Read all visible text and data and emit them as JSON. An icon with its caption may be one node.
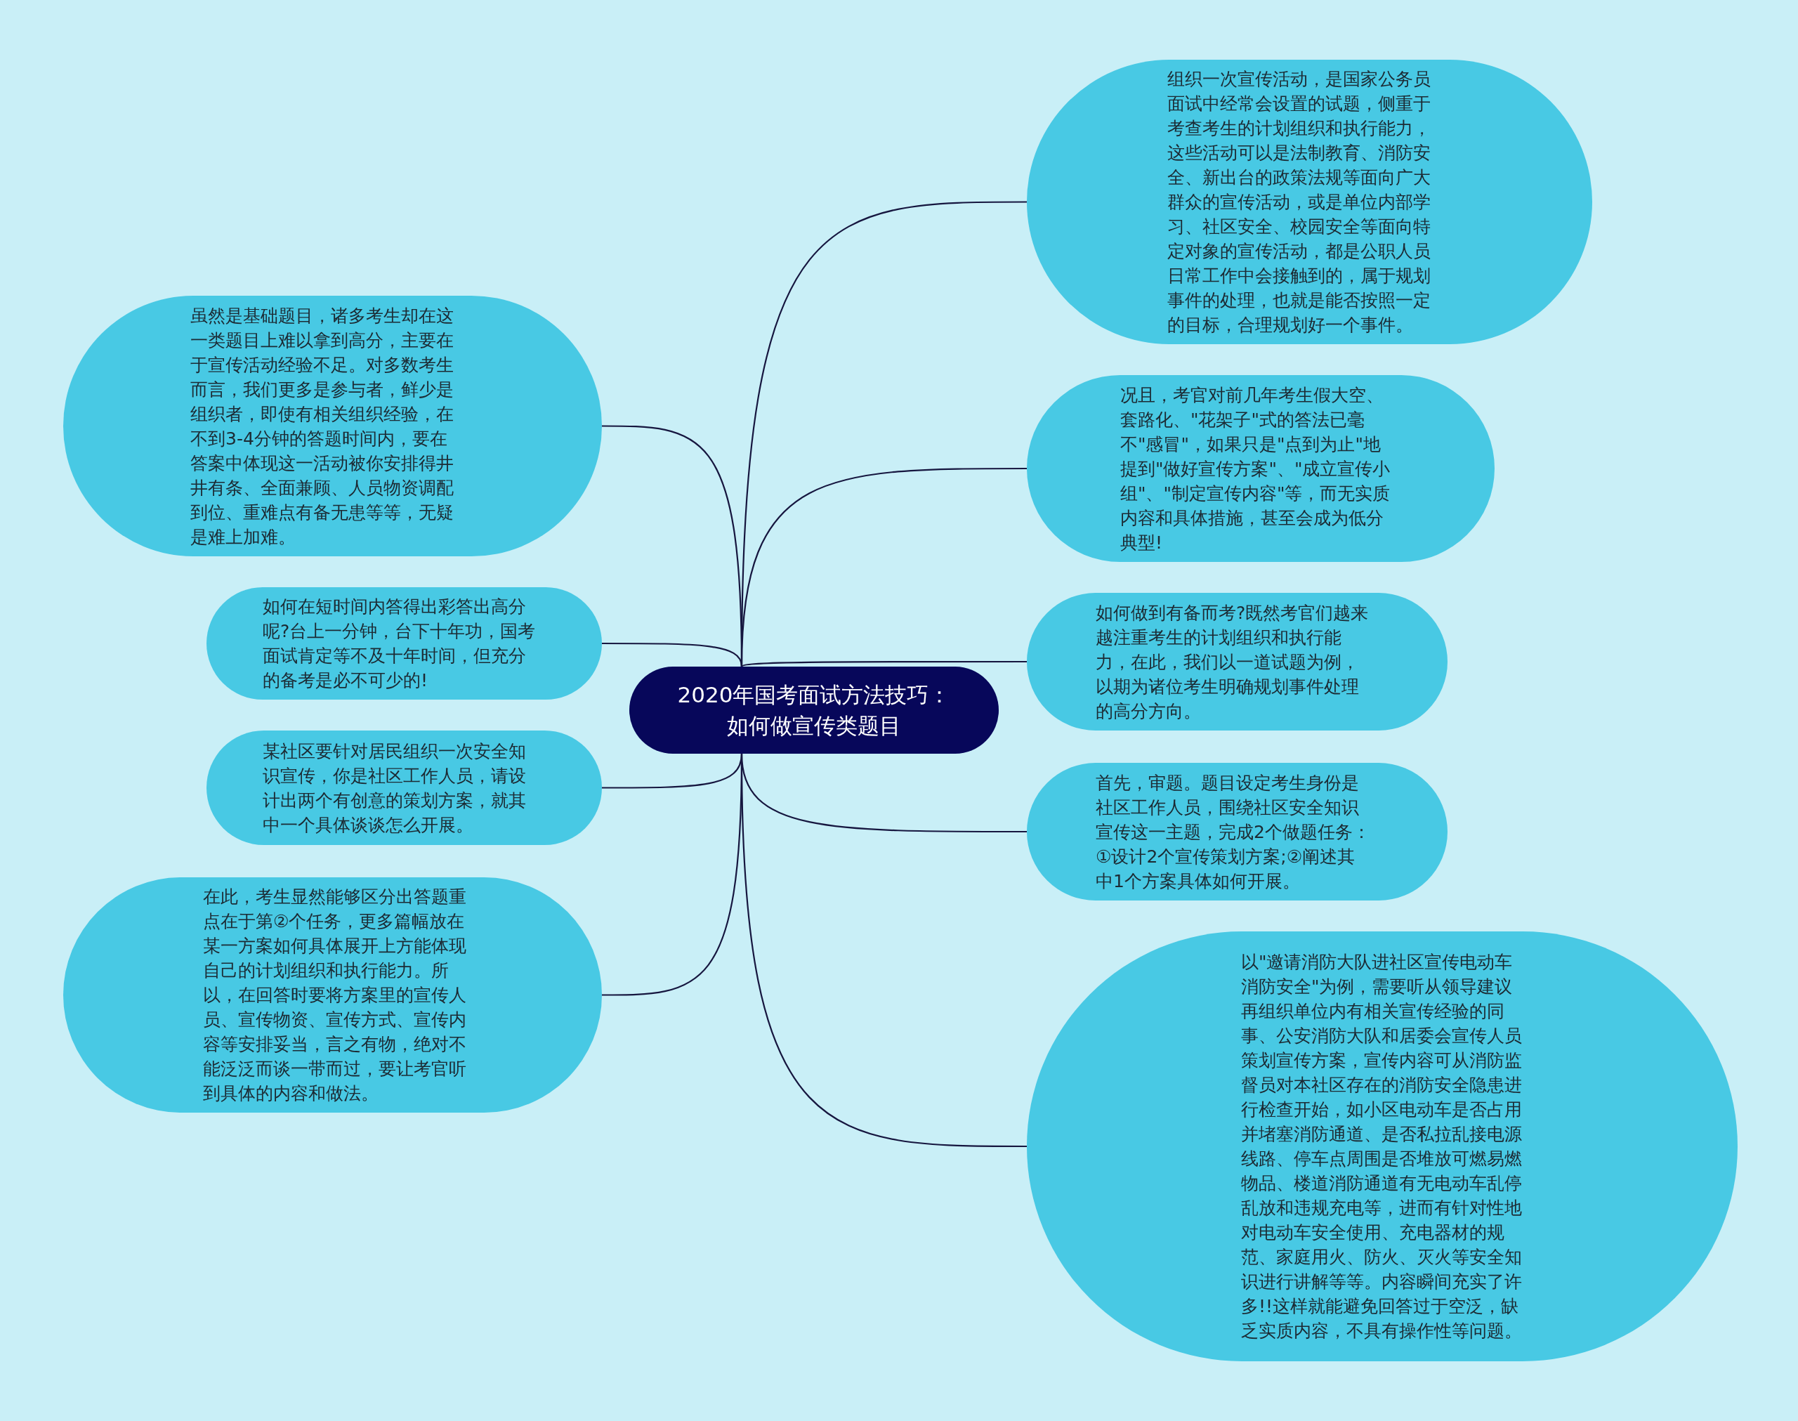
{
  "diagram": {
    "nodes": [
      {
        "text": [
          "2020年国考面试方法技巧：如何做宣传类题目"
        ]
      },
      {
        "text": [
          "组织一次宣传活动，是国家公务员面试中经常会设置的试题，侧重于考查考生的计划组织和执行能力，这些活动可以是法制教育、消防安全、新出台的政策法规等面向广大群众的宣传活动，或是单位内部学习、社区安全、校园安全等面向特定对象的宣传活动，都是公职人员日常工作中会接触到的，属于规划事件的处理，也就是能否按照一定的目标，合理规划好一个事件。"
        ]
      },
      {
        "text": [
          "况且，考官对前几年考生假大空、套路化、\"花架子\"式的答法已毫不\"感冒\"，如果只是\"点到为止\"地提到\"做好宣传方案\"、\"成立宣传小组\"、\"制定宣传内容\"等，而无实质内容和具体措施，甚至会成为低分典型!"
        ]
      },
      {
        "text": [
          "如何做到有备而考?既然考官们越来越注重考生的计划组织和执行能力，在此，我们以一道试题为例，以期为诸位考生明确规划事件处理的高分方向。"
        ]
      },
      {
        "text": [
          "首先，审题。题目设定考生身份是社区工作人员，围绕社区安全知识宣传这一主题，完成2个做题任务：①设计2个宣传策划方案;②阐述其中1个方案具体如何开展。"
        ]
      },
      {
        "text": [
          "以\"邀请消防大队进社区宣传电动车消防安全\"为例，需要听从领导建议再组织单位内有相关宣传经验的同事、公安消防大队和居委会宣传人员策划宣传方案，宣传内容可从消防监督员对本社区存在的消防安全隐患进行检查开始，如小区电动车是否占用并堵塞消防通道、是否私拉乱接电源线路、停车点周围是否堆放可燃易燃物品、楼道消防通道有无电动车乱停乱放和违规充电等，进而有针对性地对电动车安全使用、充电器材的规范、家庭用火、防火、灭火等安全知识进行讲解等等。内容瞬间充实了许多!!这样就能避免回答过于空泛，缺乏实质内容，不具有操作性等问题。"
        ]
      },
      {
        "text": [
          "虽然是基础题目，诸多考生却在这一类题目上难以拿到高分，主要在于宣传活动经验不足。对多数考生而言，我们更多是参与者，鲜少是组织者，即使有相关组织经验，在不到3-4分钟的答题时间内，要在答案中体现这一活动被你安排得井井有条、全面兼顾、人员物资调配到位、重难点有备无患等等，无疑是难上加难。"
        ]
      },
      {
        "text": [
          "如何在短时间内答得出彩答出高分呢?台上一分钟，台下十年功，国考面试肯定等不及十年时间，但充分的备考是必不可少的!"
        ]
      },
      {
        "text": [
          "某社区要针对居民组织一次安全知识宣传，你是社区工作人员，请设计出两个有创意的策划方案，就其中一个具体谈谈怎么开展。"
        ]
      },
      {
        "text": [
          "在此，考生显然能够区分出答题重点在于第②个任务，更多篇幅放在某一方案如何具体展开上方能体现自己的计划组织和执行能力。所以，在回答时要将方案里的宣传人员、宣传物资、宣传方式、宣传内容等安排妥当，言之有物，绝对不能泛泛而谈一带而过，要让考官听到具体的内容和做法。"
        ]
      }
    ],
    "edges": [
      {
        "from": 0,
        "to": 1,
        "arrow": "none"
      },
      {
        "from": 0,
        "to": 2,
        "arrow": "none"
      },
      {
        "from": 0,
        "to": 3,
        "arrow": "none"
      },
      {
        "from": 0,
        "to": 4,
        "arrow": "none"
      },
      {
        "from": 0,
        "to": 5,
        "arrow": "none"
      },
      {
        "from": 0,
        "to": 6,
        "arrow": "none"
      },
      {
        "from": 0,
        "to": 7,
        "arrow": "none"
      },
      {
        "from": 0,
        "to": 8,
        "arrow": "none"
      },
      {
        "from": 0,
        "to": 9,
        "arrow": "none"
      }
    ]
  }
}
